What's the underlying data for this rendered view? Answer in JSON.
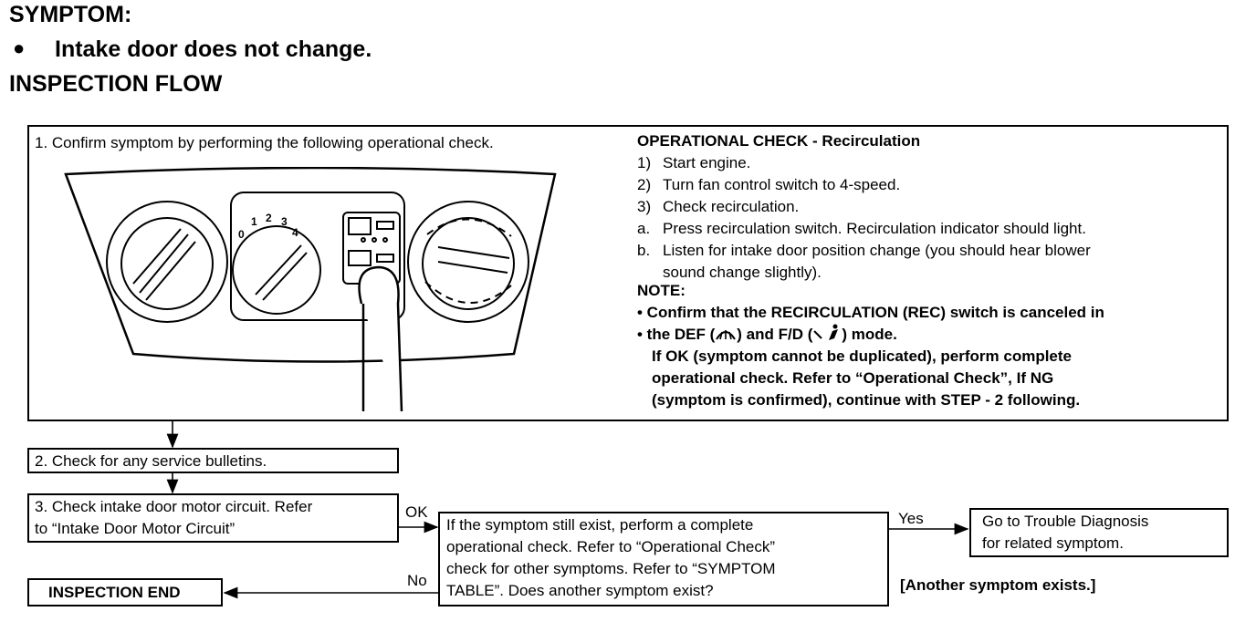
{
  "header": {
    "symptom_label": "SYMPTOM:",
    "symptom_bullet": "●",
    "symptom_text": "Intake door does not change.",
    "flow_title": "INSPECTION FLOW"
  },
  "step1": {
    "label": "1.  Confirm symptom by performing the following operational check.",
    "illustration": {
      "fan_numbers": [
        "0",
        "1",
        "2",
        "3",
        "4"
      ]
    },
    "opcheck": {
      "title": "OPERATIONAL CHECK - Recirculation",
      "steps": [
        {
          "num": "1)",
          "text": "Start engine."
        },
        {
          "num": "2)",
          "text": "Turn fan control switch to 4-speed."
        },
        {
          "num": "3)",
          "text": "Check recirculation."
        },
        {
          "num": "a.",
          "text": "Press recirculation switch. Recirculation indicator should light."
        },
        {
          "num": "b.",
          "text": "Listen for intake door position change (you should hear blower"
        }
      ],
      "step_b_cont": "sound change slightly).",
      "note_label": "NOTE:",
      "note_line1": "• Confirm that the RECIRCULATION (REC) switch is canceled in",
      "note_line2a": "• the DEF (",
      "note_line2b": ") and F/D (",
      "note_line2c": ") mode.",
      "ok_lines": [
        "If OK (symptom cannot be duplicated), perform complete",
        "operational check. Refer to “Operational Check”, If NG",
        "(symptom is confirmed), continue with STEP - 2 following."
      ]
    }
  },
  "step2": {
    "label": "2.  Check for any service bulletins."
  },
  "step3": {
    "line1": "3.  Check intake door motor circuit. Refer",
    "line2": "to “Intake Door Motor Circuit”"
  },
  "decision": {
    "lines": [
      "If the symptom still exist, perform a complete",
      "operational check. Refer to “Operational Check”",
      "check for other symptoms. Refer to “SYMPTOM",
      "TABLE”. Does another symptom exist?"
    ]
  },
  "labels": {
    "ok": "OK",
    "yes": "Yes",
    "no": "No"
  },
  "trouble": {
    "line1": "Go to Trouble Diagnosis",
    "line2": "for related symptom."
  },
  "another": "[Another symptom exists.]",
  "end": "INSPECTION END"
}
